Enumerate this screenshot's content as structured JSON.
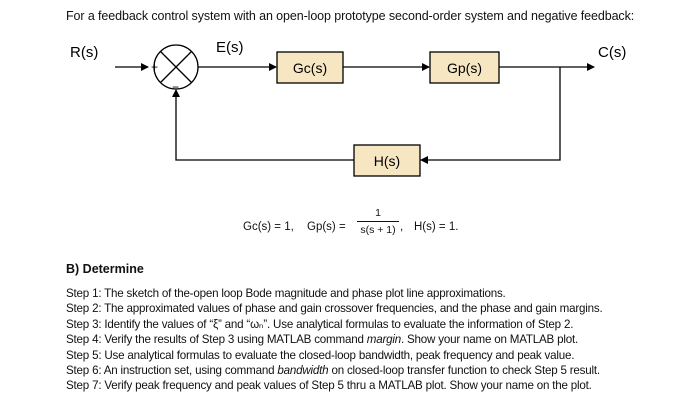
{
  "intro": "For a feedback control system with an open-loop prototype second-order system and negative feedback:",
  "diagram": {
    "input_label": "R(s)",
    "error_label": "E(s)",
    "output_label": "C(s)",
    "plus_sign": "+",
    "minus_sign": "−",
    "blocks": {
      "controller": "Gc(s)",
      "plant": "Gp(s)",
      "feedback": "H(s)"
    },
    "colors": {
      "block_fill": "#f7e6c2",
      "line": "#000000"
    }
  },
  "formula": {
    "gc": "Gc(s) = 1,",
    "gp_lhs": "Gp(s) =",
    "numerator": "1",
    "denominator": "s(s + 1)",
    "comma": ",",
    "h": "H(s) = 1."
  },
  "section": {
    "heading": "B) Determine",
    "steps": [
      {
        "text": "Step 1: The sketch of the-open loop Bode magnitude and phase plot line approximations."
      },
      {
        "text": "Step 2: The approximated values of phase and gain crossover frequencies, and the phase and gain margins."
      },
      {
        "text": "Step 3: Identify the values of “ξ” and “ωₙ”.  Use analytical formulas to evaluate the information of Step 2."
      },
      {
        "pre": "Step 4: Verify the results of Step 3 using MATLAB command ",
        "em": "margin",
        "post": ".  Show your name on MATLAB plot."
      },
      {
        "text": "Step 5: Use analytical formulas to evaluate the closed-loop bandwidth, peak frequency and peak value."
      },
      {
        "pre": "Step 6: An instruction set, using command ",
        "em": "bandwidth",
        "post": " on closed-loop transfer function to check Step 5 result."
      },
      {
        "text": "Step 7: Verify peak frequency and peak values of Step 5 thru a MATLAB plot. Show your name on the plot."
      }
    ]
  }
}
